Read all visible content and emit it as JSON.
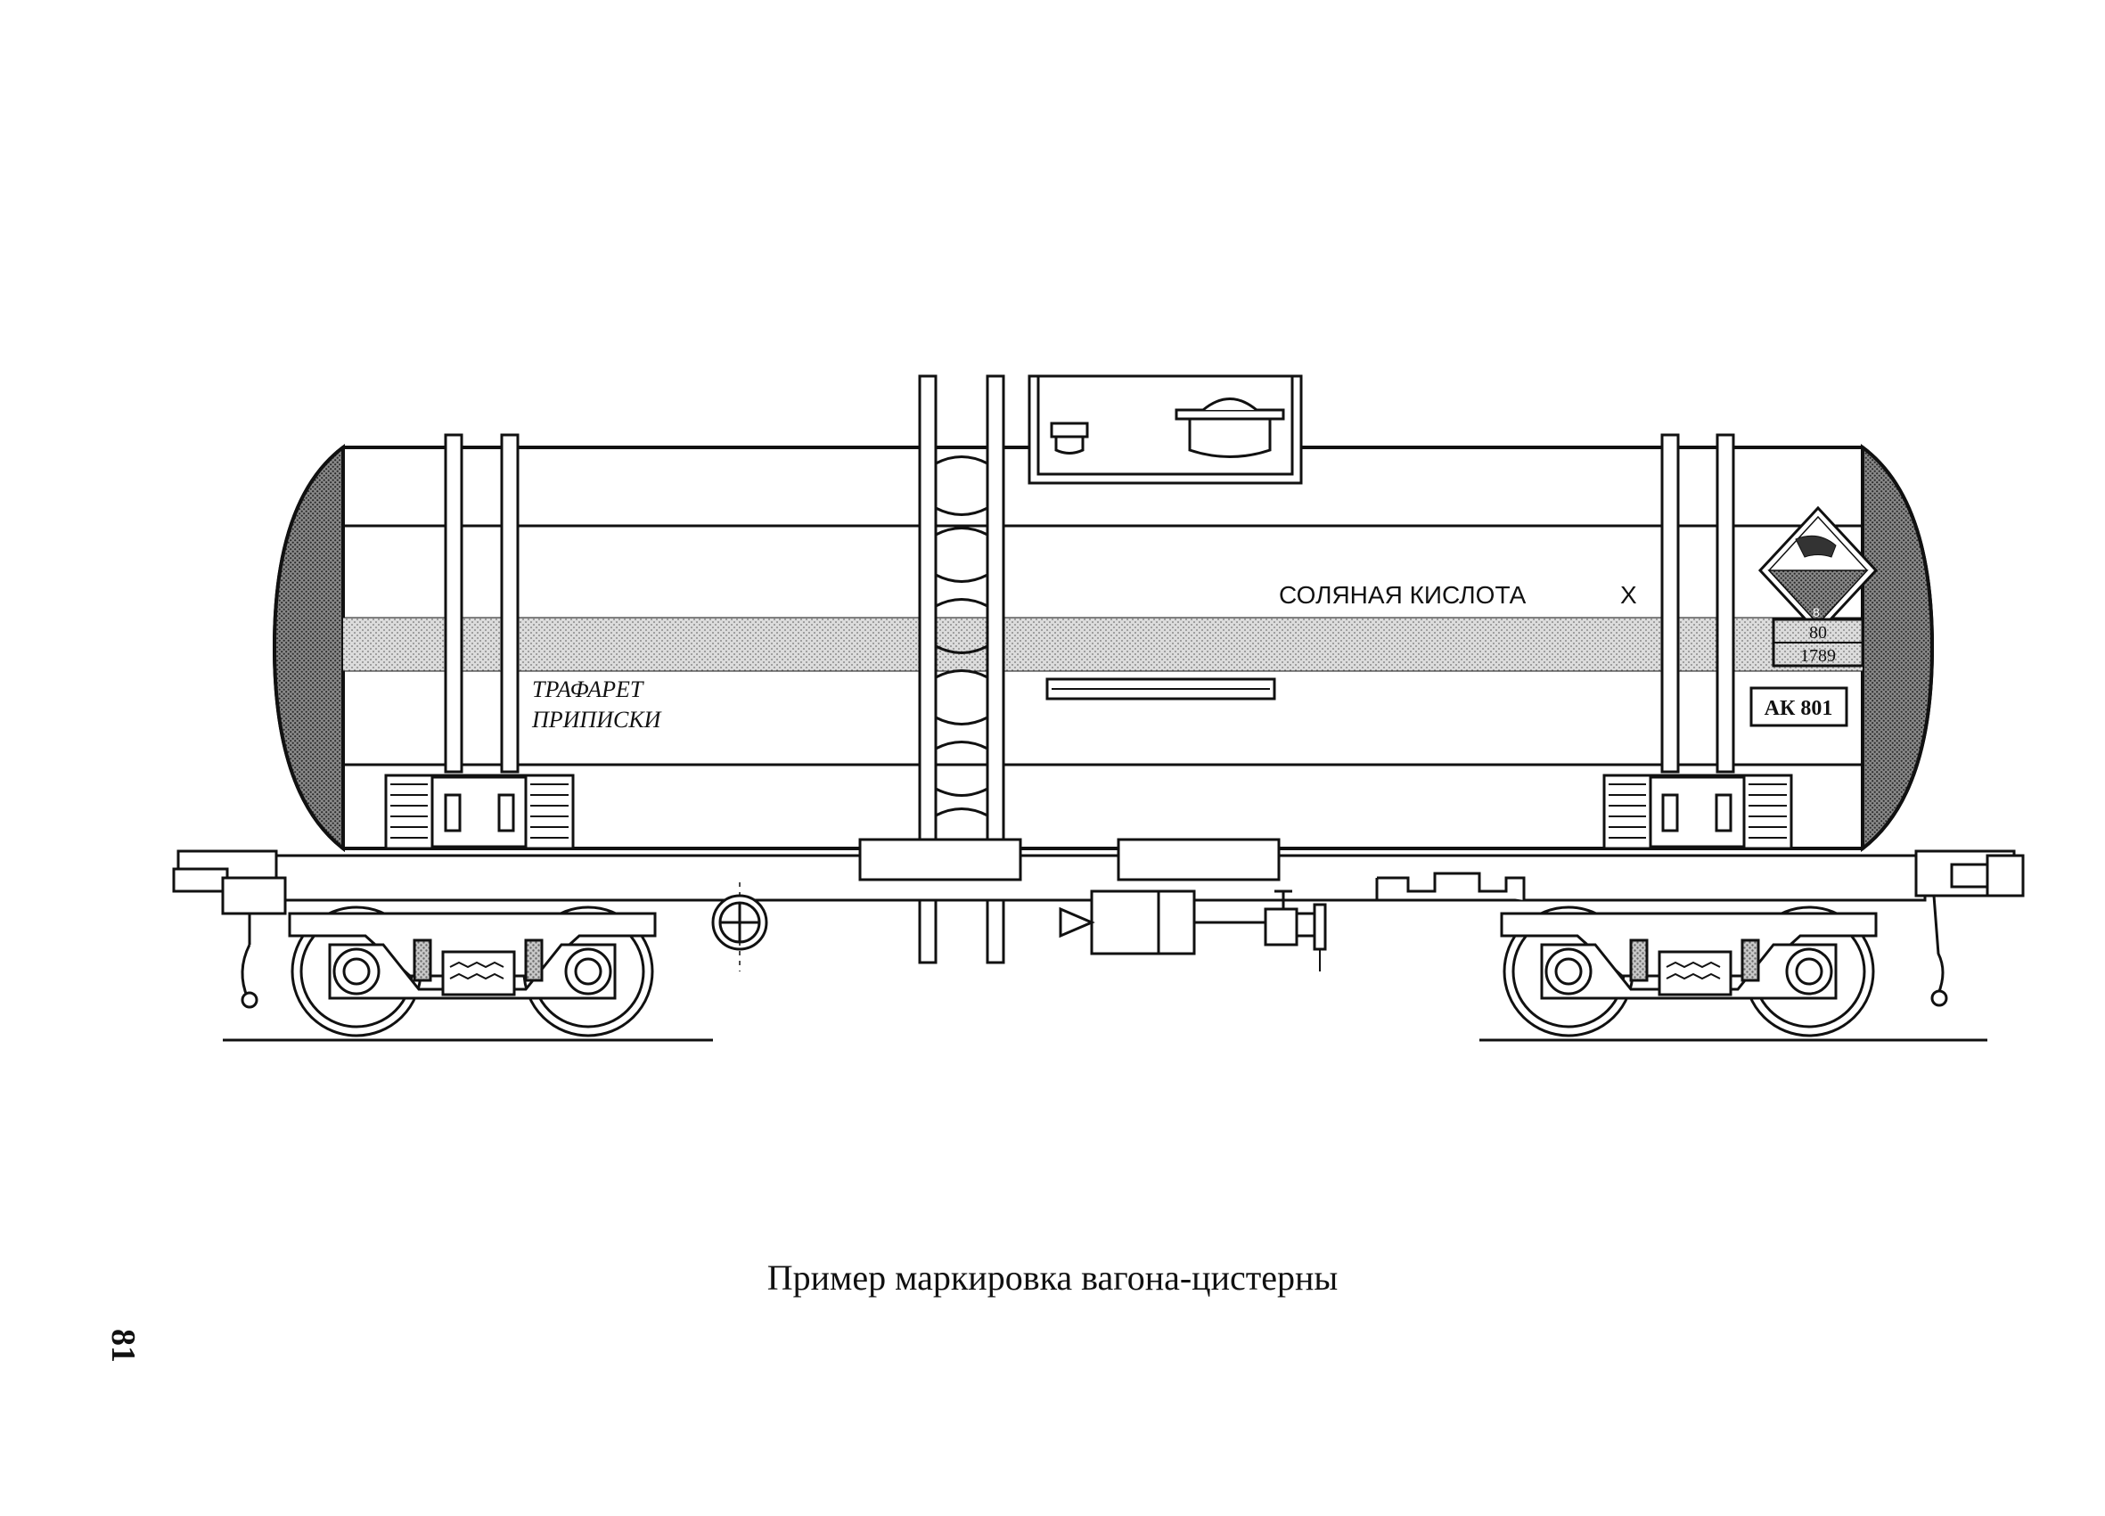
{
  "labels": {
    "cargo_name": "СОЛЯНАЯ КИСЛОТА",
    "cargo_mark": "X",
    "stencil_line1": "ТРАФАРЕТ",
    "stencil_line2": "ПРИПИСКИ",
    "hazard_code": "80",
    "un_number": "1789",
    "plate": "АК 801",
    "hazard_class": "8"
  },
  "caption": "Пример маркировка вагона-цистерны",
  "page_number": "81",
  "colors": {
    "ink": "#111111",
    "hatch": "#9a9a9a",
    "background": "#ffffff"
  },
  "icons": {
    "hazard_symbol": "corrosive-diamond-icon"
  }
}
